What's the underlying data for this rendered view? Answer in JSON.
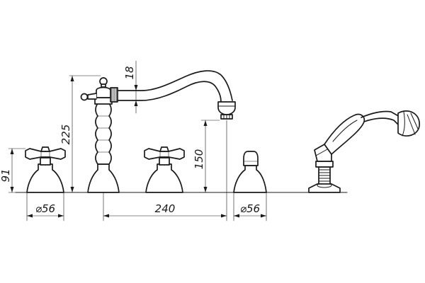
{
  "dimensions": {
    "diameter_left": "⌀56",
    "height_handle": "91",
    "height_spout_total": "225",
    "spout_pipe": "18",
    "spout_outlet_height": "150",
    "spacing": "240",
    "diameter_right": "⌀56"
  },
  "components": {
    "left_handle": "cross-handle-valve",
    "spout": "swan-neck-spout",
    "right_handle": "cross-handle-valve",
    "diverter": "diverter-knob",
    "shower": "hand-shower"
  }
}
